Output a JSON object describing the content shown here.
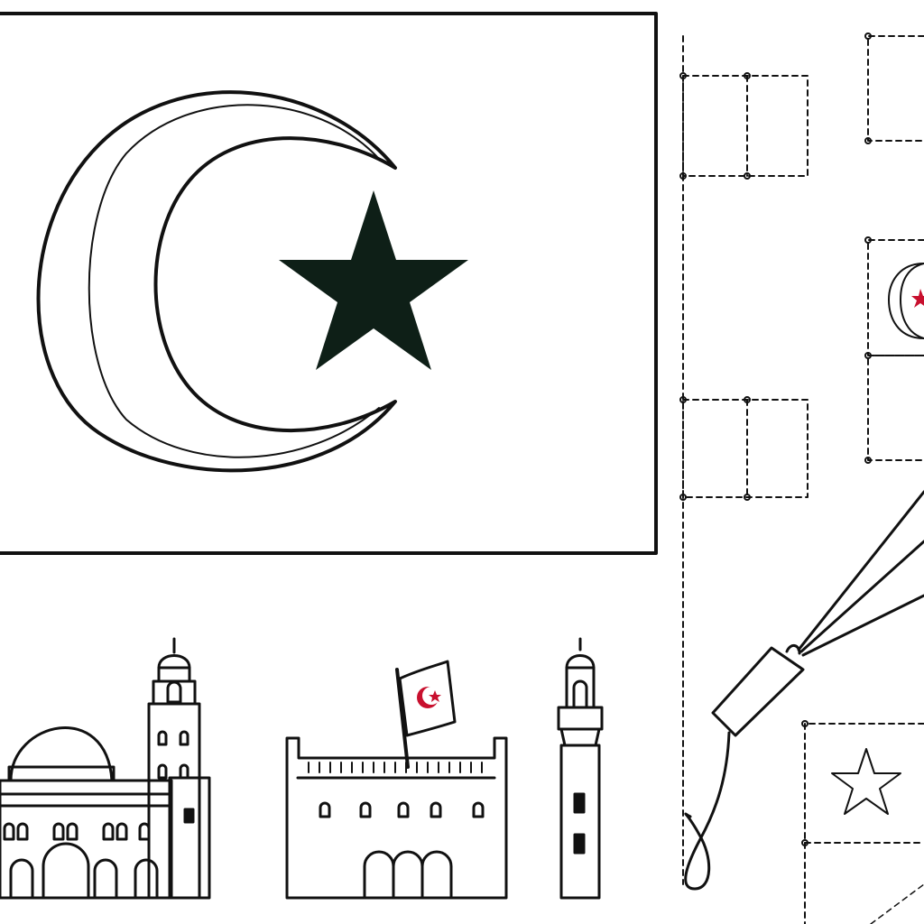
{
  "colors": {
    "line": "#111111",
    "star_fill": "#0e1f17",
    "accent_red": "#c8102e",
    "background": "#ffffff"
  },
  "icons": {
    "main_flag": "crescent-and-star",
    "buildings": [
      "mosque",
      "fortress-with-flag",
      "minaret"
    ],
    "cut_out_pieces": [
      "rectangle",
      "rectangle",
      "flag-badge",
      "rectangle",
      "rectangle",
      "star"
    ],
    "kite": "kite-with-string"
  }
}
